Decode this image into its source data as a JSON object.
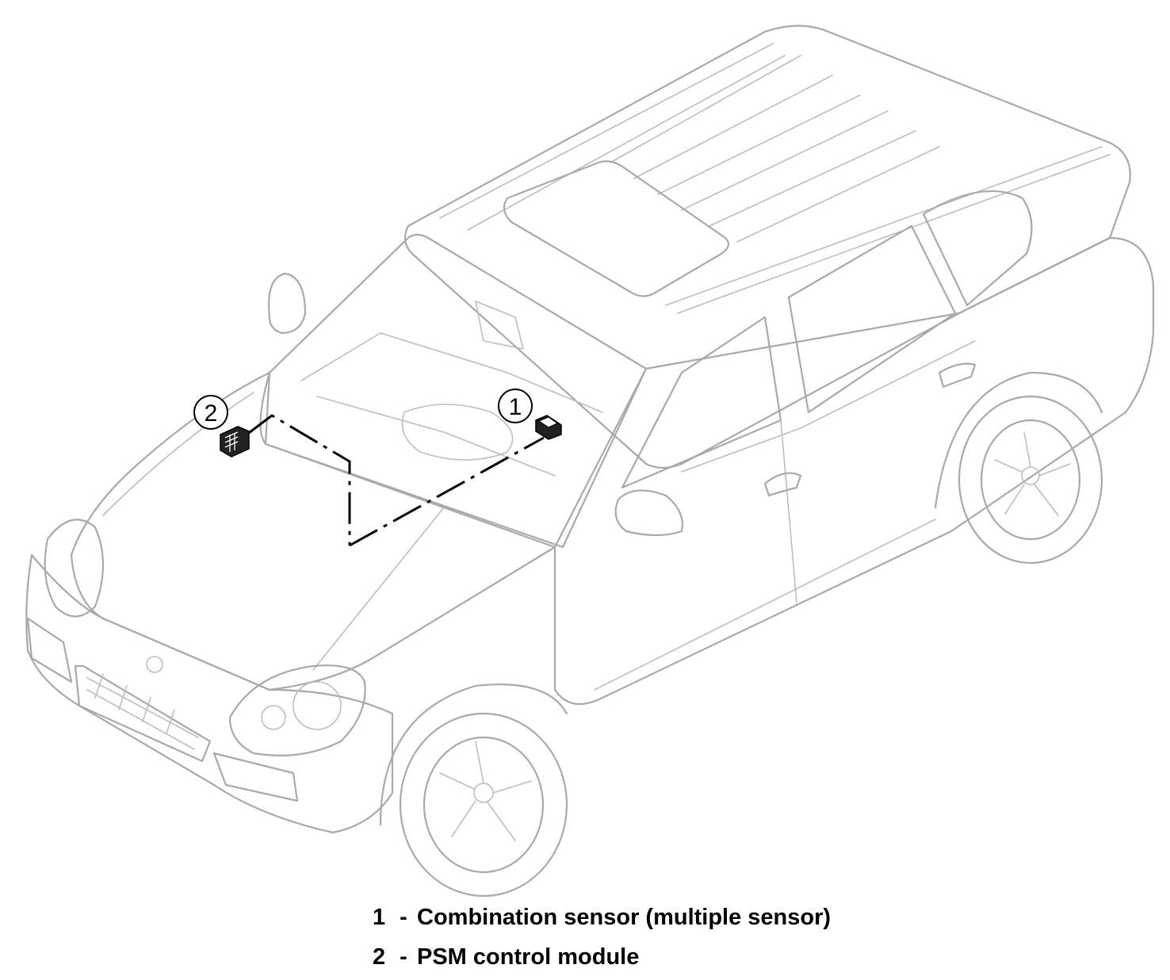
{
  "callouts": [
    {
      "number": "1"
    },
    {
      "number": "2"
    }
  ],
  "legend": [
    {
      "number": "1",
      "separator": "-",
      "label": "Combination sensor (multiple sensor)"
    },
    {
      "number": "2",
      "separator": "-",
      "label": "PSM control module"
    }
  ],
  "colors": {
    "vehicle_line": "#a9a9a9",
    "component": "#000000",
    "background": "#ffffff"
  }
}
